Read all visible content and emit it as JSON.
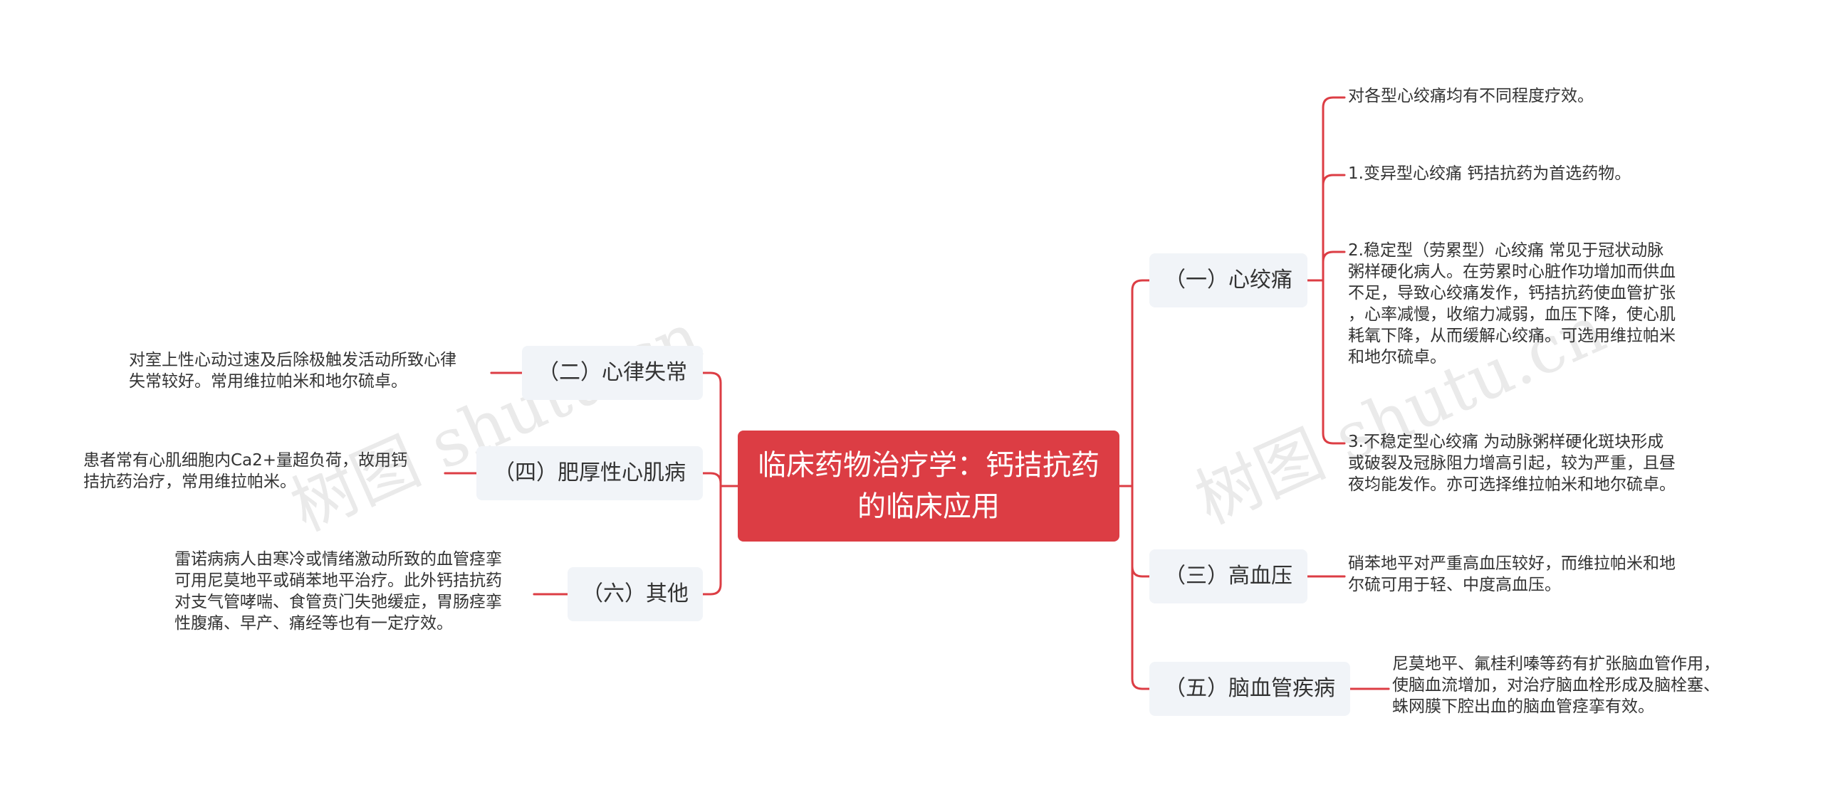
{
  "colors": {
    "root_bg": "#dc3d44",
    "line": "#dc3d44",
    "node_bg": "#f1f4f8"
  },
  "watermark": {
    "text": "树图 shutu.cn"
  },
  "root": {
    "title": "临床药物治疗学：钙拮抗药的临床应用"
  },
  "right": [
    {
      "label": "（一）心绞痛",
      "leaves": [
        "对各型心绞痛均有不同程度疗效。",
        "1.变异型心绞痛 钙拮抗药为首选药物。",
        "2.稳定型（劳累型）心绞痛 常见于冠状动脉\n粥样硬化病人。在劳累时心脏作功增加而供血\n不足，导致心绞痛发作，钙拮抗药使血管扩张\n，心率减慢，收缩力减弱，血压下降，使心肌\n耗氧下降，从而缓解心绞痛。可选用维拉帕米\n和地尔硫卓。",
        "3.不稳定型心绞痛 为动脉粥样硬化斑块形成\n或破裂及冠脉阻力增高引起，较为严重，且昼\n夜均能发作。亦可选择维拉帕米和地尔硫卓。"
      ]
    },
    {
      "label": "（三）高血压",
      "leaves": [
        "硝苯地平对严重高血压较好，而维拉帕米和地\n尔硫可用于轻、中度高血压。"
      ]
    },
    {
      "label": "（五）脑血管疾病",
      "leaves": [
        "尼莫地平、氟桂利嗪等药有扩张脑血管作用，\n使脑血流增加，对治疗脑血栓形成及脑栓塞、\n蛛网膜下腔出血的脑血管痉挛有效。"
      ]
    }
  ],
  "left": [
    {
      "label": "（二）心律失常",
      "leaves": [
        "对室上性心动过速及后除极触发活动所致心律\n失常较好。常用维拉帕米和地尔硫卓。"
      ]
    },
    {
      "label": "（四）肥厚性心肌病",
      "leaves": [
        "患者常有心肌细胞内Ca2+量超负荷，故用钙\n拮抗药治疗，常用维拉帕米。"
      ]
    },
    {
      "label": "（六）其他",
      "leaves": [
        "雷诺病病人由寒冷或情绪激动所致的血管痉挛\n可用尼莫地平或硝苯地平治疗。此外钙拮抗药\n对支气管哮喘、食管贲门失弛缓症，胃肠痉挛\n性腹痛、早产、痛经等也有一定疗效。"
      ]
    }
  ]
}
